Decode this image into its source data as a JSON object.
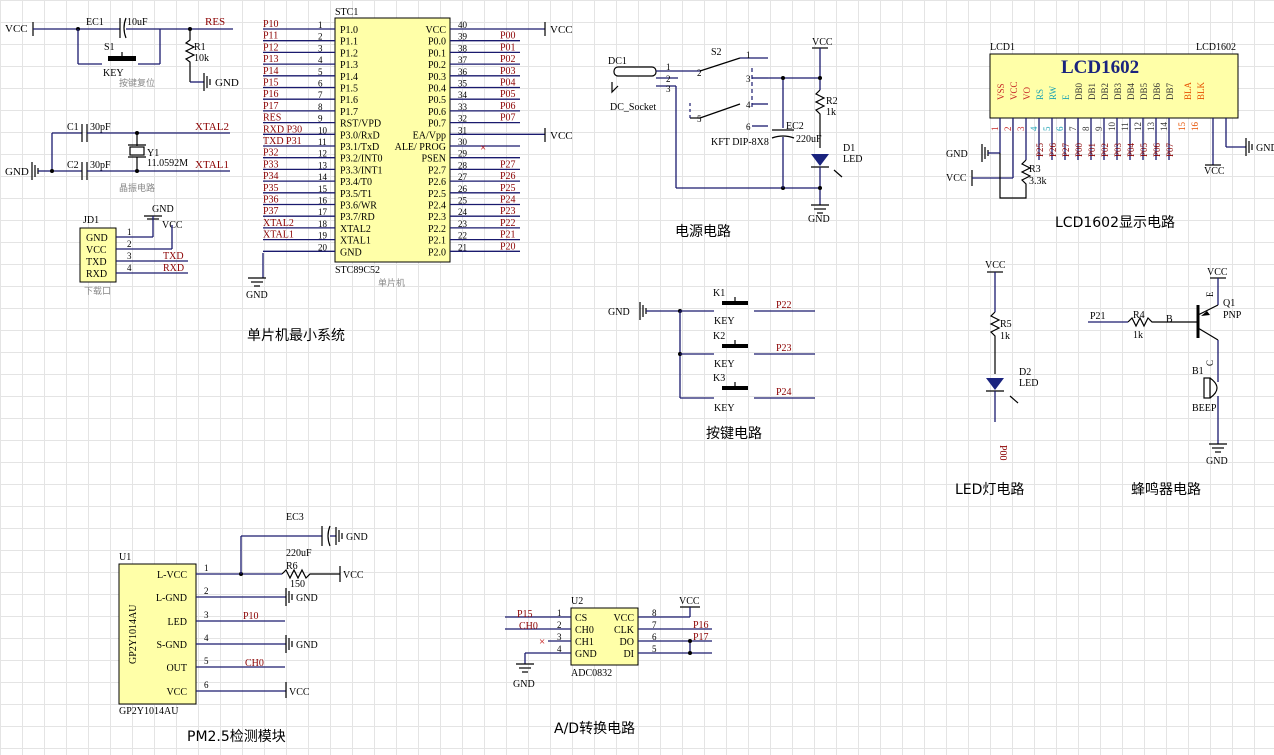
{
  "sections": {
    "mcu": "单片机最小系统",
    "power": "电源电路",
    "lcd": "LCD1602显示电路",
    "keys": "按键电路",
    "led": "LED灯电路",
    "buzzer": "蜂鸣器电路",
    "pm25": "PM2.5检测模块",
    "adc": "A/D转换电路"
  },
  "nets": {
    "vcc": "VCC",
    "gnd": "GND",
    "res": "RES",
    "xtal1": "XTAL1",
    "xtal2": "XTAL2",
    "txd": "TXD",
    "rxd": "RXD",
    "ch0": "CH0",
    "p10": "P10",
    "p15": "P15",
    "p16": "P16",
    "p17": "P17",
    "p21": "P21",
    "p22": "P22",
    "p23": "P23",
    "p24": "P24",
    "p00": "P00"
  },
  "reset": {
    "ec1": "EC1",
    "ec1_val": "10uF",
    "s1": "S1",
    "s1_val": "KEY",
    "r1": "R1",
    "r1_val": "10k",
    "caption": "按键复位"
  },
  "crystal": {
    "c1": "C1",
    "c1_val": "30pF",
    "c2": "C2",
    "c2_val": "30pF",
    "y1": "Y1",
    "y1_val": "11.0592M",
    "caption": "晶振电路"
  },
  "jd1": {
    "ref": "JD1",
    "caption": "下载口",
    "pins": [
      "GND",
      "VCC",
      "TXD",
      "RXD"
    ],
    "nums": [
      "1",
      "2",
      "3",
      "4"
    ]
  },
  "stc": {
    "ref": "STC1",
    "part": "STC89C52",
    "caption": "单片机",
    "left_nets": [
      "P10",
      "P11",
      "P12",
      "P13",
      "P14",
      "P15",
      "P16",
      "P17",
      "RES",
      "RXD P30",
      "TXD P31",
      "P32",
      "P33",
      "P34",
      "P35",
      "P36",
      "P37",
      "XTAL2",
      "XTAL1",
      ""
    ],
    "left_nums": [
      "1",
      "2",
      "3",
      "4",
      "5",
      "6",
      "7",
      "8",
      "9",
      "10",
      "11",
      "12",
      "13",
      "14",
      "15",
      "16",
      "17",
      "18",
      "19",
      "20"
    ],
    "left_pins": [
      "P1.0",
      "P1.1",
      "P1.2",
      "P1.3",
      "P1.4",
      "P1.5",
      "P1.6",
      "P1.7",
      "RST/VPD",
      "P3.0/RxD",
      "P3.1/TxD",
      "P3.2/INT0",
      "P3.3/INT1",
      "P3.4/T0",
      "P3.5/T1",
      "P3.6/WR",
      "P3.7/RD",
      "XTAL2",
      "XTAL1",
      "GND"
    ],
    "right_pins": [
      "VCC",
      "P0.0",
      "P0.1",
      "P0.2",
      "P0.3",
      "P0.4",
      "P0.5",
      "P0.6",
      "P0.7",
      "EA/Vpp",
      "ALE/ PROG",
      "PSEN",
      "P2.7",
      "P2.6",
      "P2.5",
      "P2.4",
      "P2.3",
      "P2.2",
      "P2.1",
      "P2.0"
    ],
    "right_nums": [
      "40",
      "39",
      "38",
      "37",
      "36",
      "35",
      "34",
      "33",
      "32",
      "31",
      "30",
      "29",
      "28",
      "27",
      "26",
      "25",
      "24",
      "23",
      "22",
      "21"
    ],
    "right_nets": [
      "VCC",
      "P00",
      "P01",
      "P02",
      "P03",
      "P04",
      "P05",
      "P06",
      "P07",
      "VCC",
      "",
      "",
      "P27",
      "P26",
      "P25",
      "P24",
      "P23",
      "P22",
      "P21",
      "P20"
    ]
  },
  "power": {
    "dc1": "DC1",
    "dc1_val": "DC_Socket",
    "s2": "S2",
    "s2_val": "KFT DIP-8X8",
    "ec2": "EC2",
    "ec2_val": "220uF",
    "r2": "R2",
    "r2_val": "1k",
    "d1": "D1",
    "d1_val": "LED",
    "sw_pins": [
      "1",
      "2",
      "3",
      "4",
      "5",
      "6"
    ],
    "dc_pins": [
      "1",
      "2",
      "3"
    ]
  },
  "lcd": {
    "ref": "LCD1",
    "ref2": "LCD1602",
    "title": "LCD1602",
    "pins": [
      "VSS",
      "VCC",
      "VO",
      "RS",
      "RW",
      "E",
      "DB0",
      "DB1",
      "DB2",
      "DB3",
      "DB4",
      "DB5",
      "DB6",
      "DB7",
      "BLA",
      "BLK"
    ],
    "nums": [
      "1",
      "2",
      "3",
      "4",
      "5",
      "6",
      "7",
      "8",
      "9",
      "10",
      "11",
      "12",
      "13",
      "14",
      "15",
      "16"
    ],
    "nets": [
      "",
      "",
      "",
      "P25",
      "P26",
      "P27",
      "P00",
      "P01",
      "P02",
      "P03",
      "P04",
      "P05",
      "P06",
      "P07",
      "",
      ""
    ],
    "r3": "R3",
    "r3_val": "3.3k"
  },
  "keys": {
    "k1": "K1",
    "k2": "K2",
    "k3": "K3",
    "val": "KEY"
  },
  "led": {
    "r5": "R5",
    "r5_val": "1k",
    "d2": "D2",
    "d2_val": "LED"
  },
  "buzzer": {
    "q1": "Q1",
    "q1_val": "PNP",
    "r4": "R4",
    "r4_val": "1k",
    "b1": "B1",
    "b1_val": "BEEP",
    "pin_b": "B",
    "pin_c": "C",
    "pin_e": "E"
  },
  "pm25": {
    "ref": "U1",
    "part": "GP2Y1014AU",
    "side": "GP2Y1014AU",
    "pins": [
      "L-VCC",
      "L-GND",
      "LED",
      "S-GND",
      "OUT",
      "VCC"
    ],
    "nums": [
      "1",
      "2",
      "3",
      "4",
      "5",
      "6"
    ],
    "ec3": "EC3",
    "ec3_val": "220uF",
    "r6": "R6",
    "r6_val": "150"
  },
  "adc": {
    "ref": "U2",
    "part": "ADC0832",
    "left_pins": [
      "CS",
      "CH0",
      "CH1",
      "GND"
    ],
    "left_nums": [
      "1",
      "2",
      "3",
      "4"
    ],
    "right_pins": [
      "VCC",
      "CLK",
      "DO",
      "DI"
    ],
    "right_nums": [
      "8",
      "7",
      "6",
      "5"
    ]
  }
}
